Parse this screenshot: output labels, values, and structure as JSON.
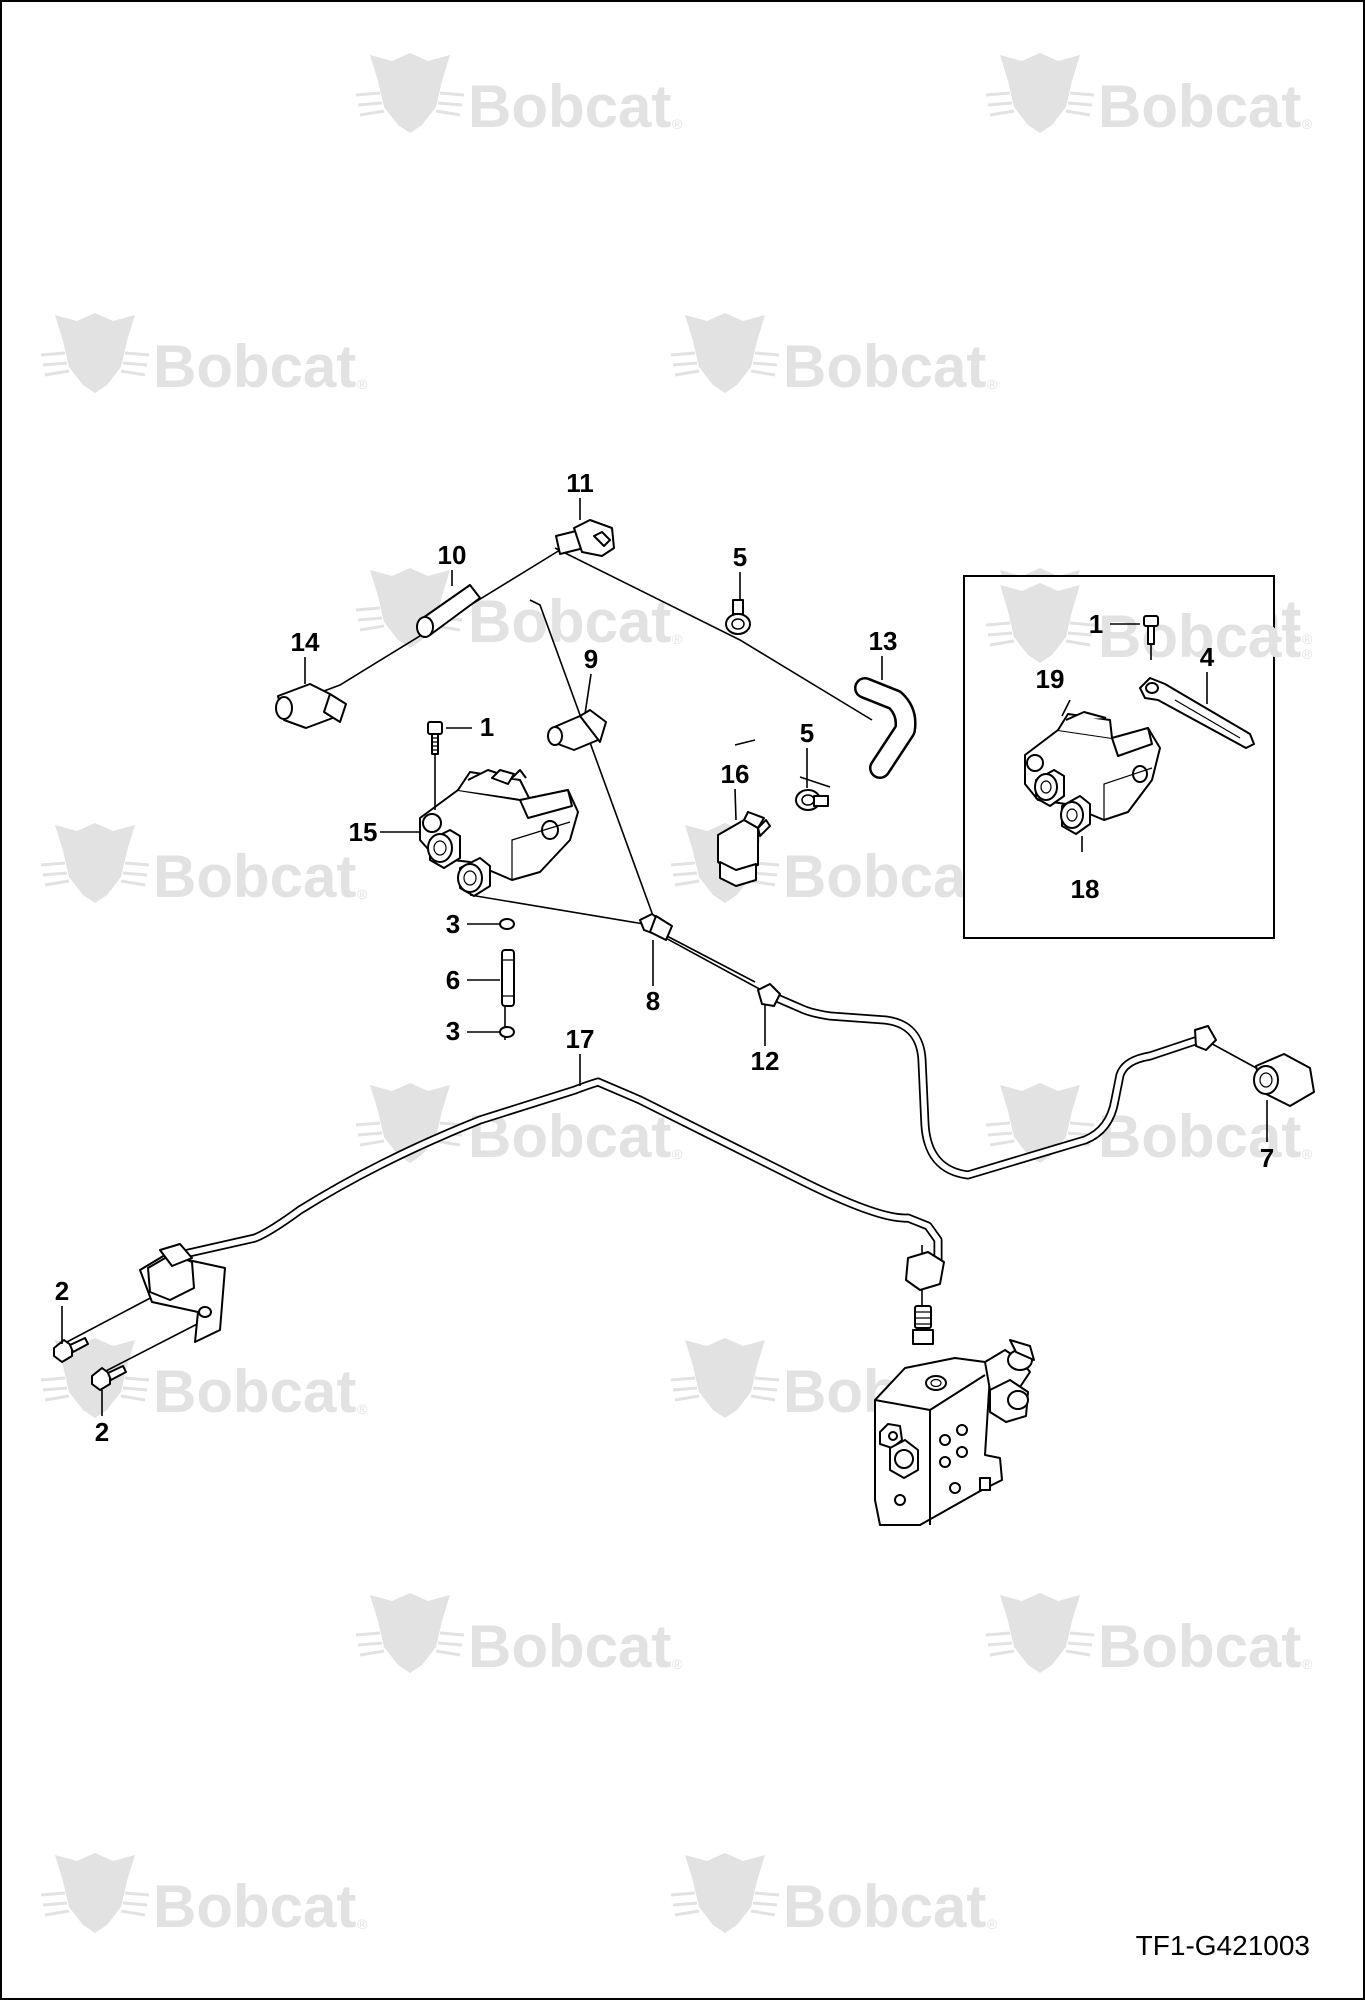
{
  "watermark": {
    "brand": "Bobcat",
    "reg_mark": "®"
  },
  "drawing_code": "TF1-G421003",
  "callouts": {
    "c1_main": "1",
    "c1_inset": "1",
    "c2_upper": "2",
    "c2_lower": "2",
    "c3_upper": "3",
    "c3_lower": "3",
    "c4": "4",
    "c5_upper": "5",
    "c5_lower": "5",
    "c6": "6",
    "c7": "7",
    "c8": "8",
    "c9": "9",
    "c10": "10",
    "c11": "11",
    "c12": "12",
    "c13": "13",
    "c14": "14",
    "c15": "15",
    "c16": "16",
    "c17": "17",
    "c18": "18",
    "c19": "19"
  }
}
